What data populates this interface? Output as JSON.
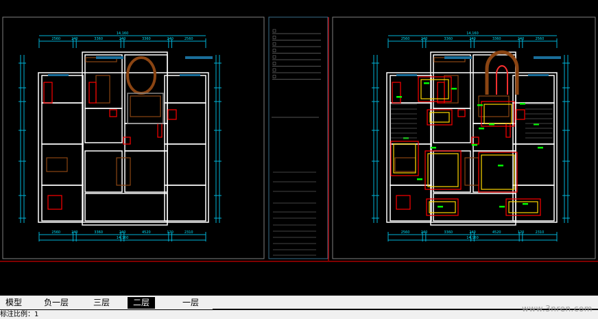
{
  "tabs": [
    {
      "label": "模型",
      "active": false
    },
    {
      "label": "负一层",
      "active": false
    },
    {
      "label": "三层",
      "active": false
    },
    {
      "label": "二层",
      "active": true
    },
    {
      "label": "一层",
      "active": false
    }
  ],
  "status": {
    "text": "标注比例：1"
  },
  "watermark": "www.3nren.com",
  "left_plan": {
    "top_total": "14,160",
    "top_dims": [
      "2560",
      "240",
      "3360",
      "240",
      "3360",
      "240",
      "2560"
    ],
    "bottom_total": "14,160",
    "bottom_dims": [
      "2560",
      "240",
      "3360",
      "240",
      "4520",
      "120",
      "2310"
    ]
  },
  "right_plan": {
    "top_total": "14,160",
    "top_dims": [
      "2560",
      "240",
      "3360",
      "240",
      "3360",
      "240",
      "2560"
    ],
    "bottom_total": "14,160",
    "bottom_dims": [
      "2560",
      "240",
      "3360",
      "240",
      "4520",
      "120",
      "2310"
    ]
  },
  "colors": {
    "background": "#000000",
    "dimension": "#00b4d8",
    "wall": "#ffffff",
    "furniture": "#8b4513",
    "accent_red": "#ff0000",
    "fixture_green": "#00ff00",
    "frame_red": "#ff0000"
  }
}
